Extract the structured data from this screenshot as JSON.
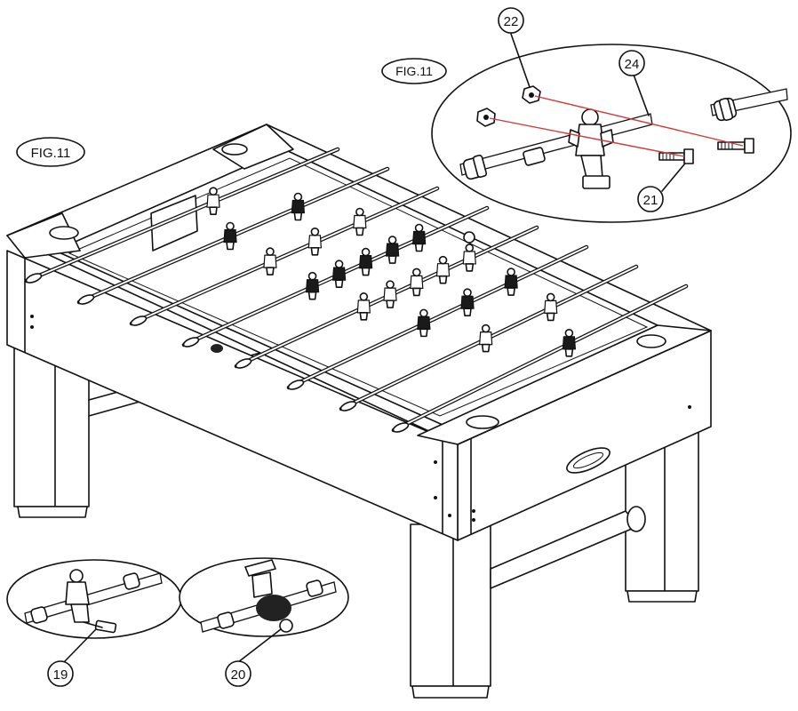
{
  "figure_labels": {
    "main": "FIG.11",
    "detail": "FIG.11"
  },
  "callouts": {
    "c19": "19",
    "c20": "20",
    "c21": "21",
    "c22": "22",
    "c24": "24"
  },
  "colors": {
    "line": "#111111",
    "paper": "#ffffff",
    "leader": "#d23a3a",
    "bumper": "#222222"
  }
}
